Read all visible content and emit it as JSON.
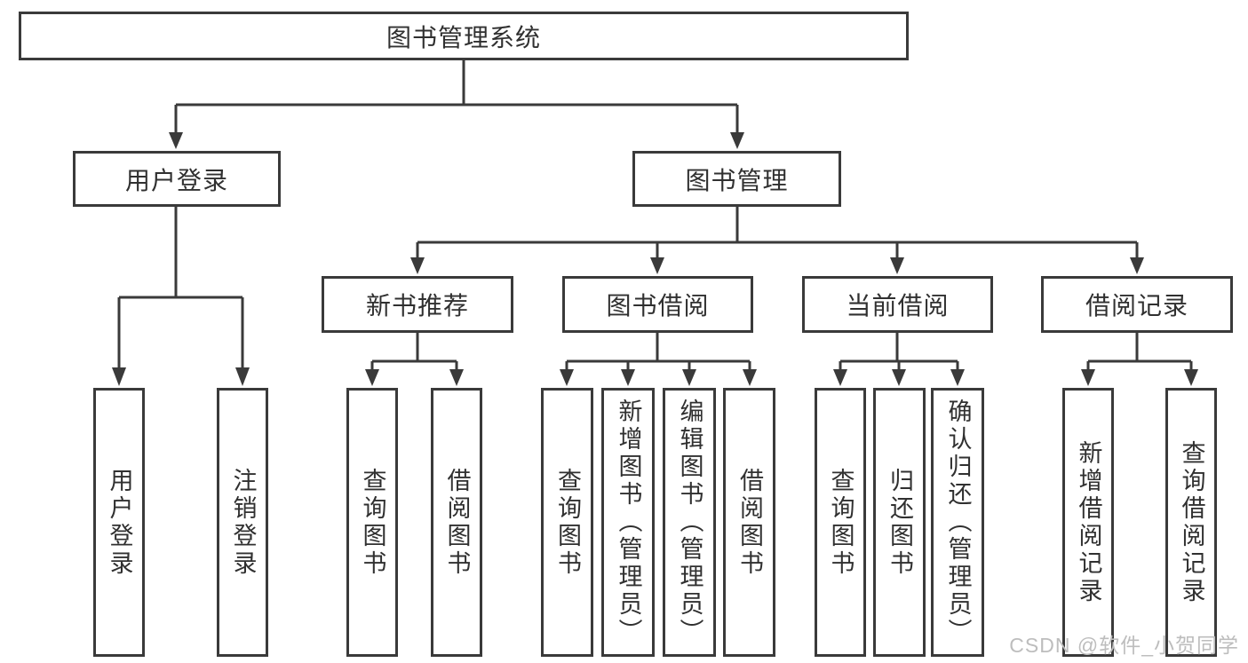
{
  "tree": {
    "root": "图书管理系统",
    "branches": [
      {
        "label": "用户登录",
        "children": [
          "用户登录",
          "注销登录"
        ]
      },
      {
        "label": "图书管理",
        "sections": [
          {
            "label": "新书推荐",
            "children": [
              "查询图书",
              "借阅图书"
            ]
          },
          {
            "label": "图书借阅",
            "children": [
              "查询图书",
              "新增图书（管理员）",
              "编辑图书（管理员）",
              "借阅图书"
            ]
          },
          {
            "label": "当前借阅",
            "children": [
              "查询图书",
              "归还图书",
              "确认归还（管理员）"
            ]
          },
          {
            "label": "借阅记录",
            "children": [
              "新增借阅记录",
              "查询借阅记录"
            ]
          }
        ]
      }
    ]
  },
  "watermark": {
    "text": "CSDN @软件_小贺同学"
  },
  "colors": {
    "line": "#3a3a3a",
    "text": "#303030",
    "watermark": "#bdbdbd",
    "background": "#ffffff"
  }
}
